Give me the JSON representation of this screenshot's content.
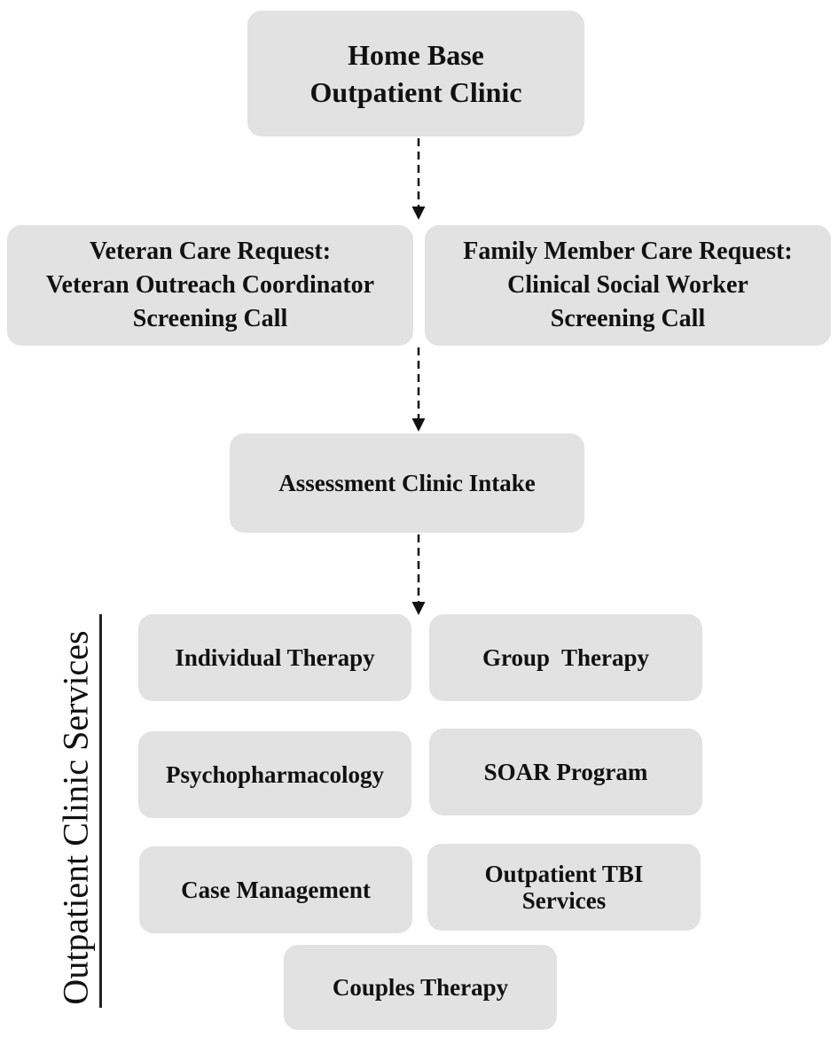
{
  "nodes": {
    "home_base": [
      "Home Base",
      "Outpatient Clinic"
    ],
    "veteran_request": [
      "Veteran Care Request:",
      "Veteran Outreach Coordinator",
      "Screening Call"
    ],
    "family_request": [
      "Family Member Care Request:",
      "Clinical Social Worker",
      "Screening Call"
    ],
    "assessment": [
      "Assessment Clinic Intake"
    ],
    "services": {
      "individual_therapy": [
        "Individual Therapy"
      ],
      "group_therapy": [
        "Group  Therapy"
      ],
      "psychopharmacology": [
        "Psychopharmacology"
      ],
      "soar_program": [
        "SOAR Program"
      ],
      "case_management": [
        "Case Management"
      ],
      "outpatient_tbi": [
        "Outpatient TBI",
        "Services"
      ],
      "couples_therapy": [
        "Couples Therapy"
      ]
    }
  },
  "side_label": "Outpatient Clinic Services",
  "colors": {
    "box_fill": "#e2e2e2",
    "text": "#111111",
    "arrow": "#111111"
  }
}
